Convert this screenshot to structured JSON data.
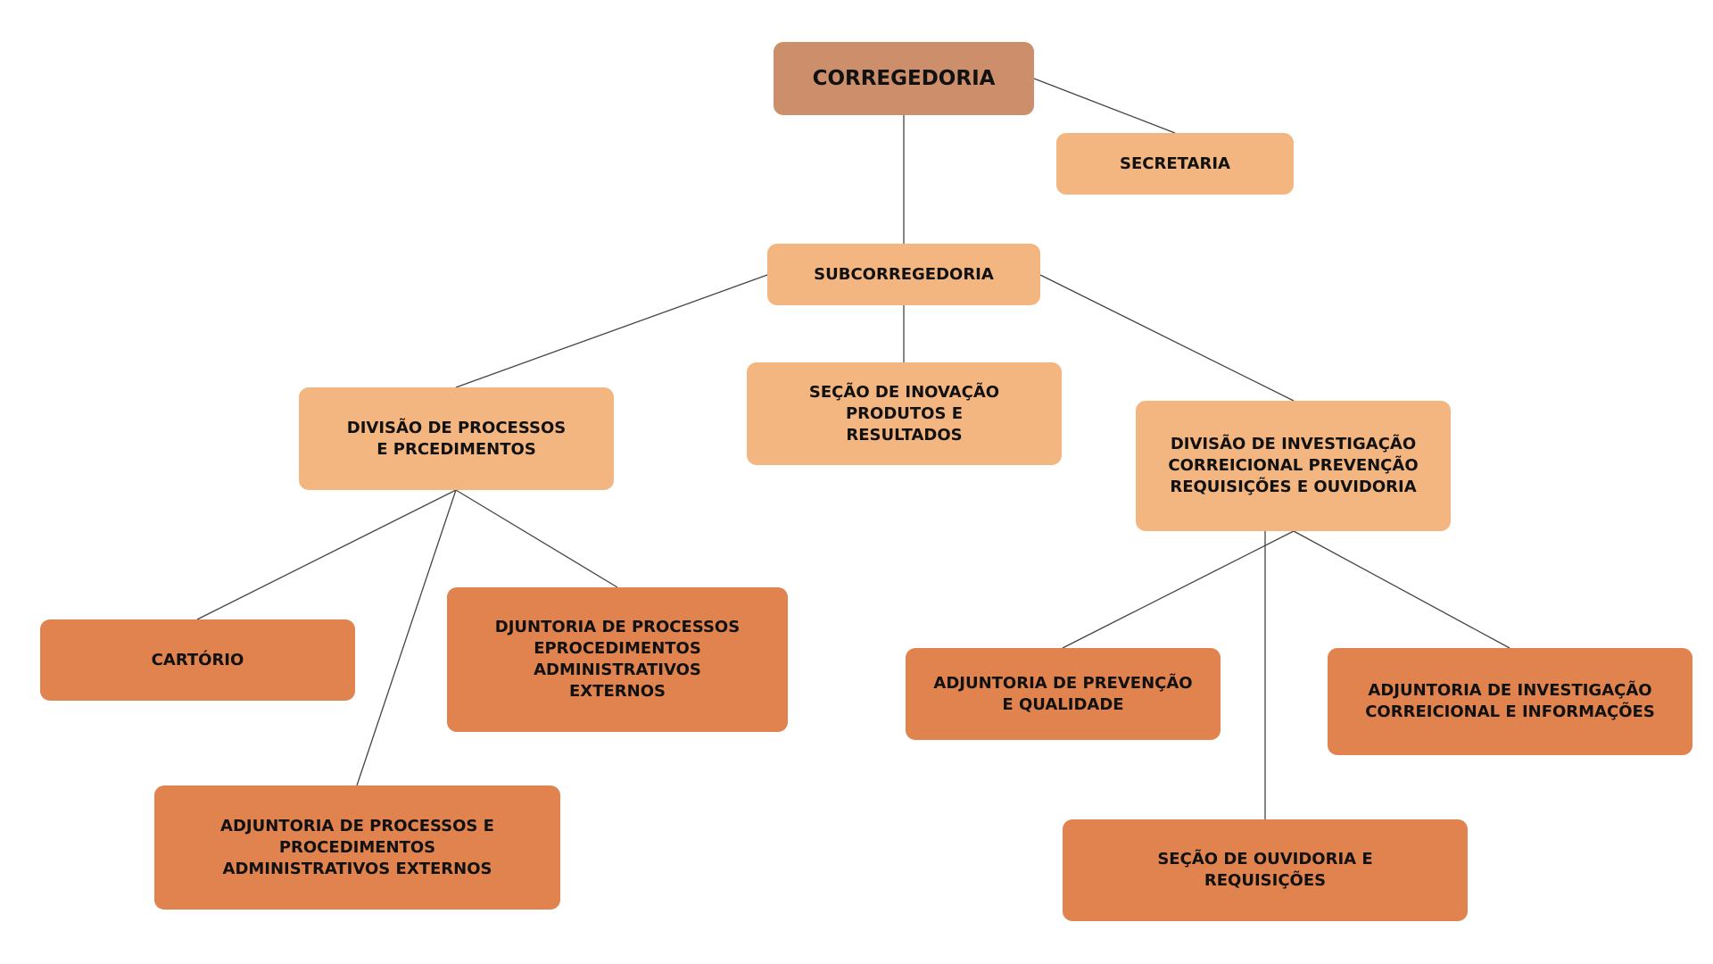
{
  "colors": {
    "root": "#cd8f6b",
    "level1": "#f4b680",
    "level2": "#e0834e",
    "connector": "#444444"
  },
  "nodes": {
    "corregedoria": {
      "label": "CORREGEDORIA"
    },
    "secretaria": {
      "label": "SECRETARIA"
    },
    "subcorregedoria": {
      "label": "SUBCORREGEDORIA"
    },
    "secao_inovacao": {
      "label": "SEÇÃO DE INOVAÇÃO\nPRODUTOS E\nRESULTADOS"
    },
    "divisao_processos": {
      "label": "DIVISÃO DE PROCESSOS\nE PRCEDIMENTOS"
    },
    "divisao_investigacao": {
      "label": "DIVISÃO DE INVESTIGAÇÃO\nCORREICIONAL PREVENÇÃO\nREQUISIÇÕES E OUVIDORIA"
    },
    "cartorio": {
      "label": "CARTÓRIO"
    },
    "adjuntoria_processos_ext": {
      "label": "DJUNTORIA DE PROCESSOS\nEPROCEDIMENTOS\nADMINISTRATIVOS\nEXTERNOS"
    },
    "adjuntoria_processos": {
      "label": "ADJUNTORIA DE PROCESSOS E\nPROCEDIMENTOS\nADMINISTRATIVOS EXTERNOS"
    },
    "adjuntoria_prevencao": {
      "label": "ADJUNTORIA DE PREVENÇÃO\nE QUALIDADE"
    },
    "adjuntoria_investigacao": {
      "label": "ADJUNTORIA DE INVESTIGAÇÃO\nCORREICIONAL E INFORMAÇÕES"
    },
    "secao_ouvidoria": {
      "label": "SEÇÃO DE OUVIDORIA E\nREQUISIÇÕES"
    }
  }
}
